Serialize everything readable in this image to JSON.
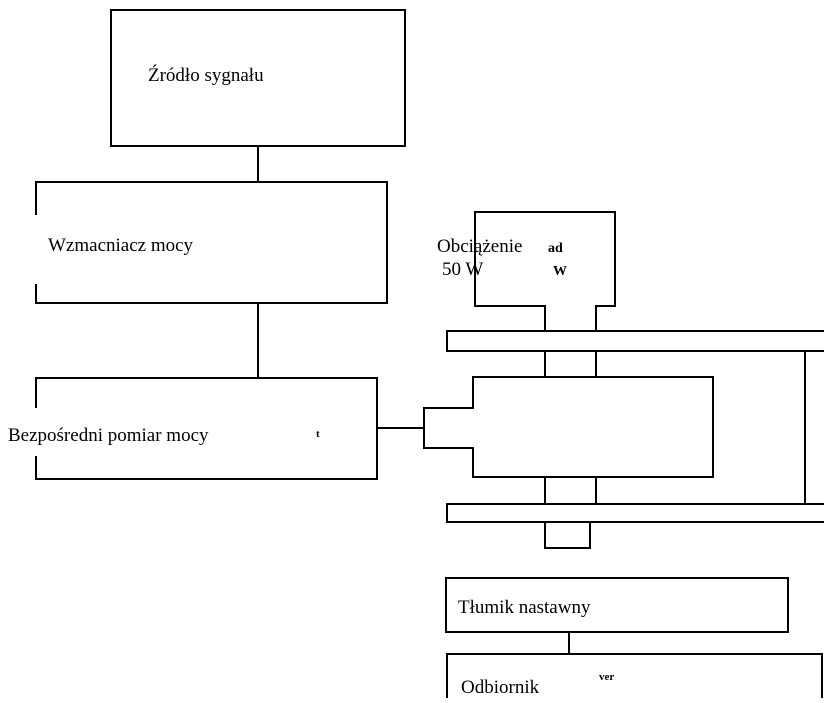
{
  "blocks": {
    "signal_source": "Źródło sygnału",
    "power_amplifier": "Wzmacniacz mocy",
    "direct_power_measurement": "Bezpośredni pomiar mocy",
    "load": {
      "line1": "Obciążenie",
      "line2": "50 W"
    },
    "attenuator": "Tłumik nastawny",
    "receiver": "Odbiornik"
  },
  "scan_artifacts": {
    "load_ad": "ad",
    "load_w": "W",
    "measurement_mark": "t",
    "receiver_ver": "ver"
  }
}
